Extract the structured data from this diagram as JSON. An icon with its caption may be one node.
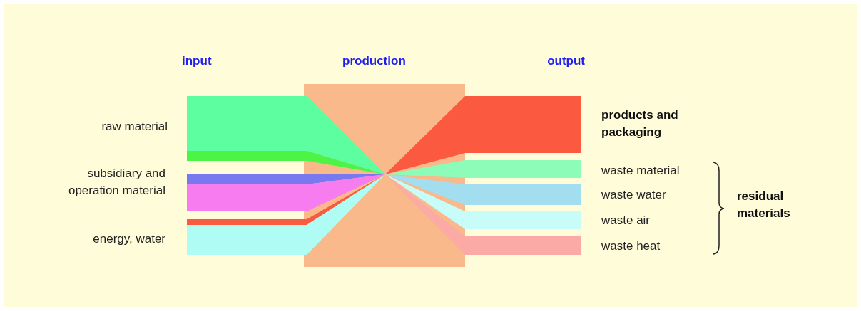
{
  "diagram": {
    "labels": [
      "input",
      "production",
      "output",
      "raw material",
      "products and packaging",
      "subsidiary and operation material",
      "waste material",
      "waste water",
      "residual materials",
      "waste air",
      "energy, water",
      "waste heat"
    ]
  }
}
